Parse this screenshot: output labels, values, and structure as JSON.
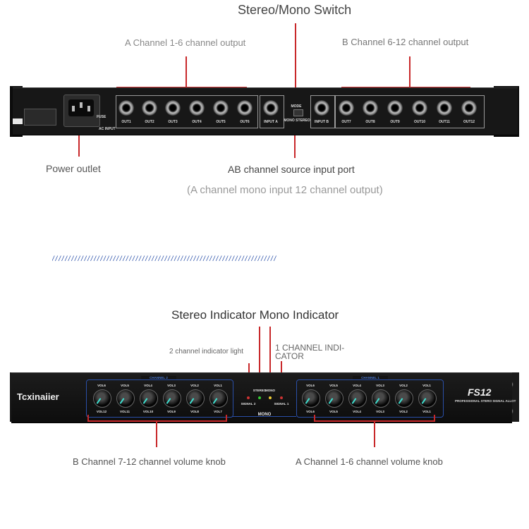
{
  "rear": {
    "title": "Stereo/Mono Switch",
    "a_output": "A Channel 1-6 channel output",
    "b_output": "B Channel 6-12 channel output",
    "power": "Power outlet",
    "ab_input": "AB channel source input port",
    "note": "(A channel mono input 12 channel output)",
    "jacks_a": [
      "OUT1",
      "OUT2",
      "OUT3",
      "OUT4",
      "OUT5",
      "OUT6"
    ],
    "input_a": "INPUT A",
    "input_b": "INPUT B",
    "jacks_b": [
      "OUT7",
      "OUT8",
      "OUT9",
      "OUT10",
      "OUT11",
      "OUT12"
    ],
    "mode": "MODE",
    "mode_options": "MONO STEREO",
    "ac_input": "AC INPUT",
    "fuse": "FUSE"
  },
  "divider": "/ / / / / / / / / / / / / / / / / / / / / / / / / / / / / / / / / / / / / / / / / / / / / / / / / / / / / / / / / / / / / / / / / / / / / /",
  "front": {
    "title": "Stereo Indicator Mono Indicator",
    "ch2_light": "2 channel indicator light",
    "ch1_light": "1 CHANNEL INDI-\nCATOR",
    "brand": "Tcxinaiier",
    "model": "FS12",
    "subtitle": "PROFESSIONAL STERO SIGNAL ALLOT",
    "channel2": "CHANNEL 2",
    "channel1": "CHANNEL 1",
    "stereo": "STEREO",
    "mono_led": "MONO",
    "signal2": "SIGNAL 2",
    "signal1": "SIGNAL 1",
    "mono": "MONO",
    "knobs_b_top": [
      "VOL6",
      "VOL5",
      "VOL4",
      "VOL3",
      "VOL2",
      "VOL1"
    ],
    "knobs_b_bottom": [
      "VOL12",
      "VOL11",
      "VOL10",
      "VOL9",
      "VOL8",
      "VOL7"
    ],
    "knobs_a_top": [
      "VOL6",
      "VOL5",
      "VOL4",
      "VOL3",
      "VOL2",
      "VOL1"
    ],
    "knobs_a_bottom": [
      "VOL6",
      "VOL5",
      "VOL4",
      "VOL3",
      "VOL2",
      "VOL1"
    ],
    "b_knob_label": "B Channel 7-12 channel volume knob",
    "a_knob_label": "A Channel 1-6 channel volume knob"
  },
  "colors": {
    "annotation_line": "#c8282a",
    "panel": "#141414",
    "accent_blue": "#2a4fa8",
    "knob_marker": "#3fe0d0"
  }
}
